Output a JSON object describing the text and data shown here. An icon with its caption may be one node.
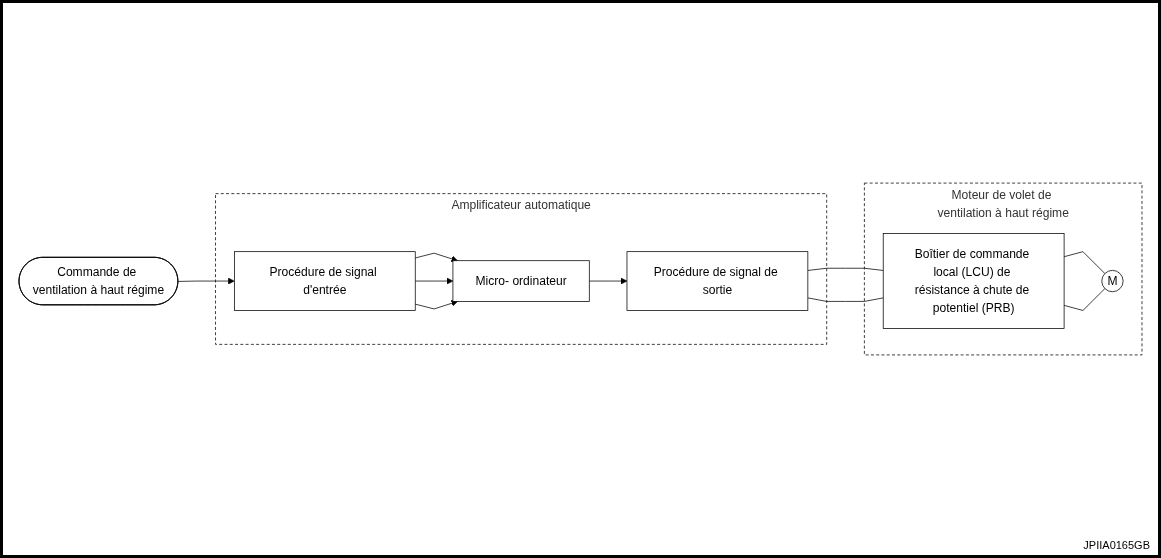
{
  "diagram": {
    "nodes": [
      {
        "text": [
          "Commande de ventilation à haut régime"
        ]
      },
      {
        "text": [
          "Amplificateur automatique"
        ]
      },
      {
        "text": [
          "Procédure de signal d'entrée"
        ],
        "in": 1
      },
      {
        "text": [
          "Micro- ordinateur"
        ],
        "in": 1
      },
      {
        "text": [
          "Procédure de signal de sortie"
        ],
        "in": 1
      },
      {
        "text": [
          "Moteur de volet de ventilation à haut régime"
        ]
      },
      {
        "text": [
          "Boîtier de commande local (LCU) de résistance à chute de potentiel (PRB)"
        ],
        "in": 5
      },
      {
        "text": [
          "M"
        ],
        "in": 5
      }
    ],
    "edges": [
      {
        "from": 0,
        "to": 2,
        "arrow": "to"
      },
      {
        "from": 2,
        "to": 3,
        "arrow": "to"
      },
      {
        "from": 2,
        "to": 3,
        "arrow": "to"
      },
      {
        "from": 2,
        "to": 3,
        "arrow": "to"
      },
      {
        "from": 3,
        "to": 4,
        "arrow": "to"
      },
      {
        "from": 4,
        "to": 6,
        "arrow": "none"
      },
      {
        "from": 4,
        "to": 6,
        "arrow": "none"
      },
      {
        "from": 6,
        "to": 7,
        "arrow": "none"
      },
      {
        "from": 6,
        "to": 7,
        "arrow": "none"
      }
    ],
    "labels": [
      "JPIIA0165GB"
    ]
  }
}
